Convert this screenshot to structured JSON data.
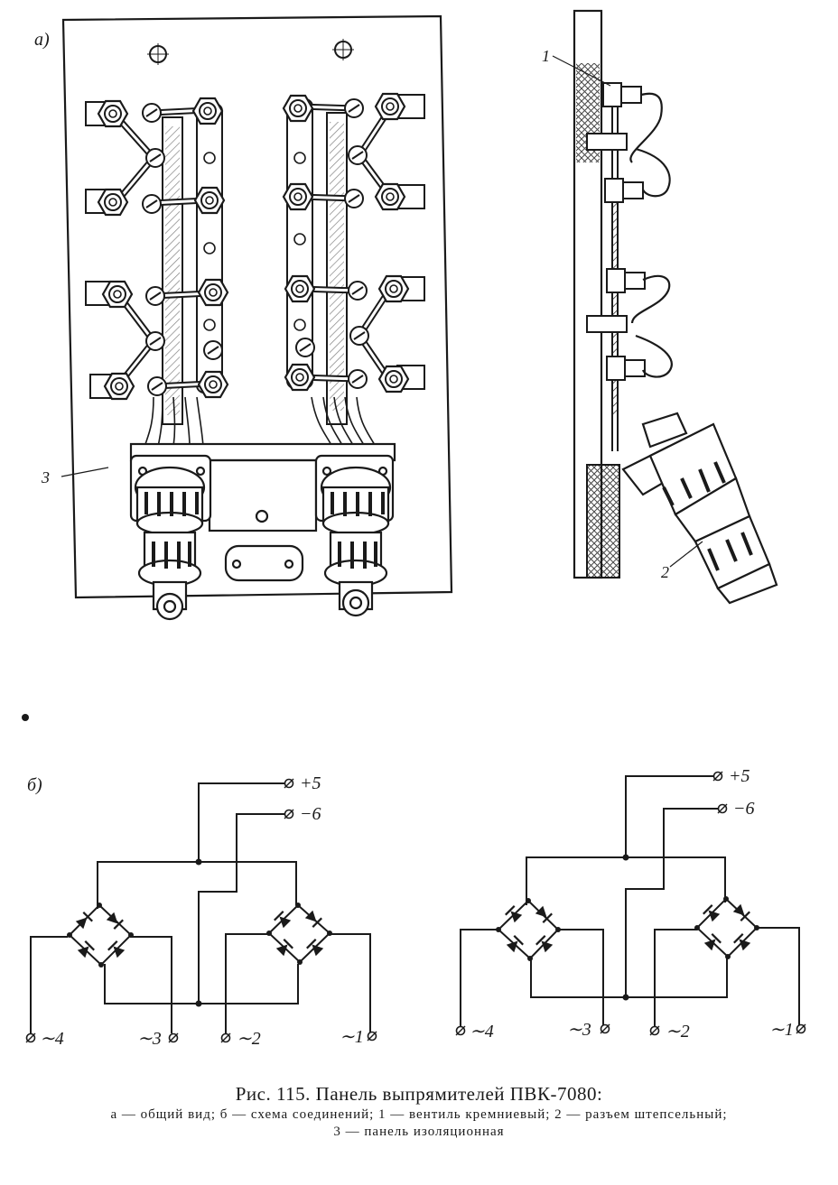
{
  "figure": {
    "part_a_label": "a)",
    "part_b_label": "б)",
    "callouts": {
      "c1": "1",
      "c2": "2",
      "c3": "3"
    },
    "terminals_left": {
      "plus5": "+5",
      "minus6": "−6",
      "t4": "∼4",
      "t3": "∼3",
      "t2": "∼2",
      "t1": "∼1"
    },
    "terminals_right": {
      "plus5": "+5",
      "minus6": "−6",
      "t4": "∼4",
      "t3": "∼3",
      "t2": "∼2",
      "t1": "∼1"
    }
  },
  "caption": {
    "title": "Рис. 115. Панель выпрямителей ПВК-7080:",
    "line1": "а — общий вид; б — схема соединений; 1 — вентиль кремниевый; 2 — разъем штепсельный;",
    "line2": "3 — панель изоляционная"
  },
  "colors": {
    "ink": "#1a1a1a",
    "paper": "#ffffff"
  }
}
